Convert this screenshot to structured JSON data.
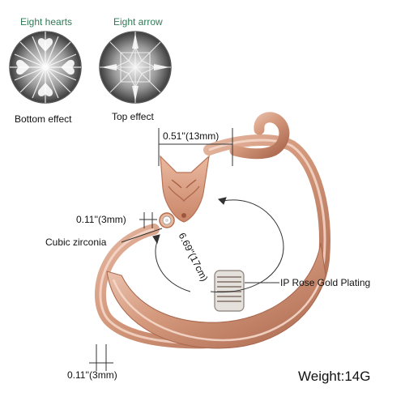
{
  "labels": {
    "eight_hearts": "Eight hearts",
    "eight_arrow": "Eight arrow",
    "bottom_effect": "Bottom effect",
    "top_effect": "Top effect",
    "width_top": "0.51''(13mm)",
    "stone_size": "0.11''(3mm)",
    "cubic_zirconia": "Cubic zirconia",
    "circumference": "6.69''(17cm)",
    "plating": "IP Rose Gold Plating",
    "band_width": "0.11''(3mm)",
    "weight": "Weight:14G"
  },
  "colors": {
    "rose_gold": "#d9a48a",
    "rose_gold_dark": "#b9785e",
    "rose_gold_light": "#f2d2c2",
    "label_green": "#2f7a55"
  }
}
